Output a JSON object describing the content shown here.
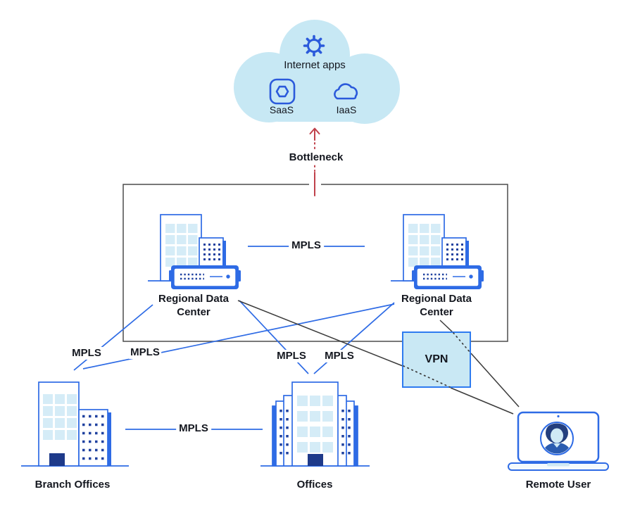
{
  "diagram": {
    "cloud": {
      "title": "Internet apps",
      "saas_label": "SaaS",
      "iaas_label": "IaaS",
      "icons": [
        "gear-icon",
        "saas-app-icon",
        "iaas-cloud-icon"
      ]
    },
    "bottleneck": {
      "label": "Bottleneck",
      "icon": "up-arrow-icon"
    },
    "wan_box": {
      "dc_left_label": "Regional Data Center",
      "dc_right_label": "Regional Data Center",
      "dc_link_label": "MPLS",
      "icons": [
        "datacenter-building-icon",
        "router-icon"
      ]
    },
    "links": {
      "branch_dc1_label": "MPLS",
      "branch_dc2_label": "MPLS",
      "offices_dc1_label": "MPLS",
      "offices_dc2_label": "MPLS",
      "branch_offices_label": "MPLS",
      "vpn_label": "VPN"
    },
    "nodes": {
      "branch_label": "Branch Offices",
      "offices_label": "Offices",
      "remote_label": "Remote User",
      "icons": [
        "branch-building-icon",
        "offices-building-icon",
        "laptop-icon",
        "avatar-icon"
      ]
    },
    "colors": {
      "line_blue": "#2e6be5",
      "icon_blue": "#2b5adb",
      "dark_line": "#3b3b3b",
      "alert_red": "#c0414b",
      "cloud_fill": "#c7e8f4",
      "vpn_fill": "#c9e8f4",
      "window_fill": "#d5ecf7",
      "navy": "#1f419f",
      "text": "#14171f"
    }
  }
}
